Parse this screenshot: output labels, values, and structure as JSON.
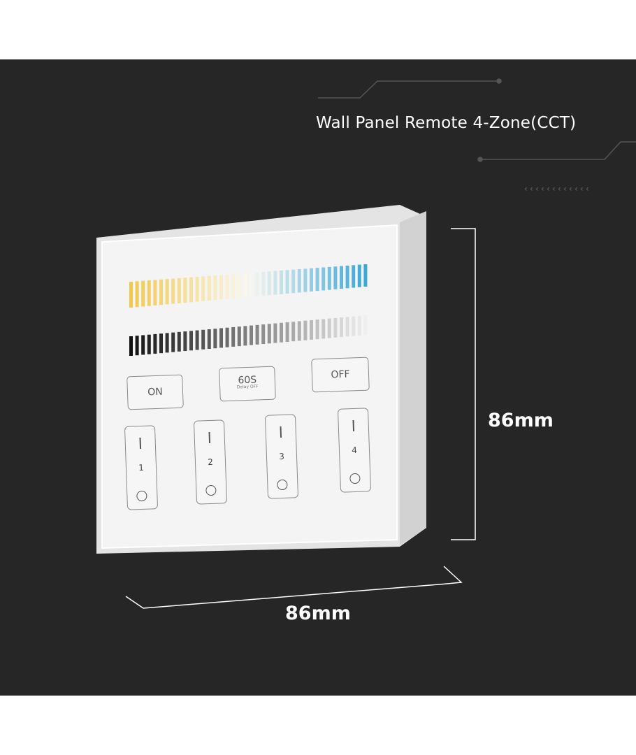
{
  "title": "Wall Panel Remote 4-Zone(CCT)",
  "dimensions": {
    "height": "86mm",
    "width": "86mm"
  },
  "panel": {
    "buttons": {
      "on": "ON",
      "delay": "60S",
      "delay_sub": "Delay OFF",
      "off": "OFF"
    },
    "zones": [
      {
        "label": "1"
      },
      {
        "label": "2"
      },
      {
        "label": "3"
      },
      {
        "label": "4"
      }
    ]
  },
  "colors": {
    "background": "#262626",
    "warm": "#f2c94c",
    "cool": "#3ba7d9",
    "dark": "#111111"
  }
}
